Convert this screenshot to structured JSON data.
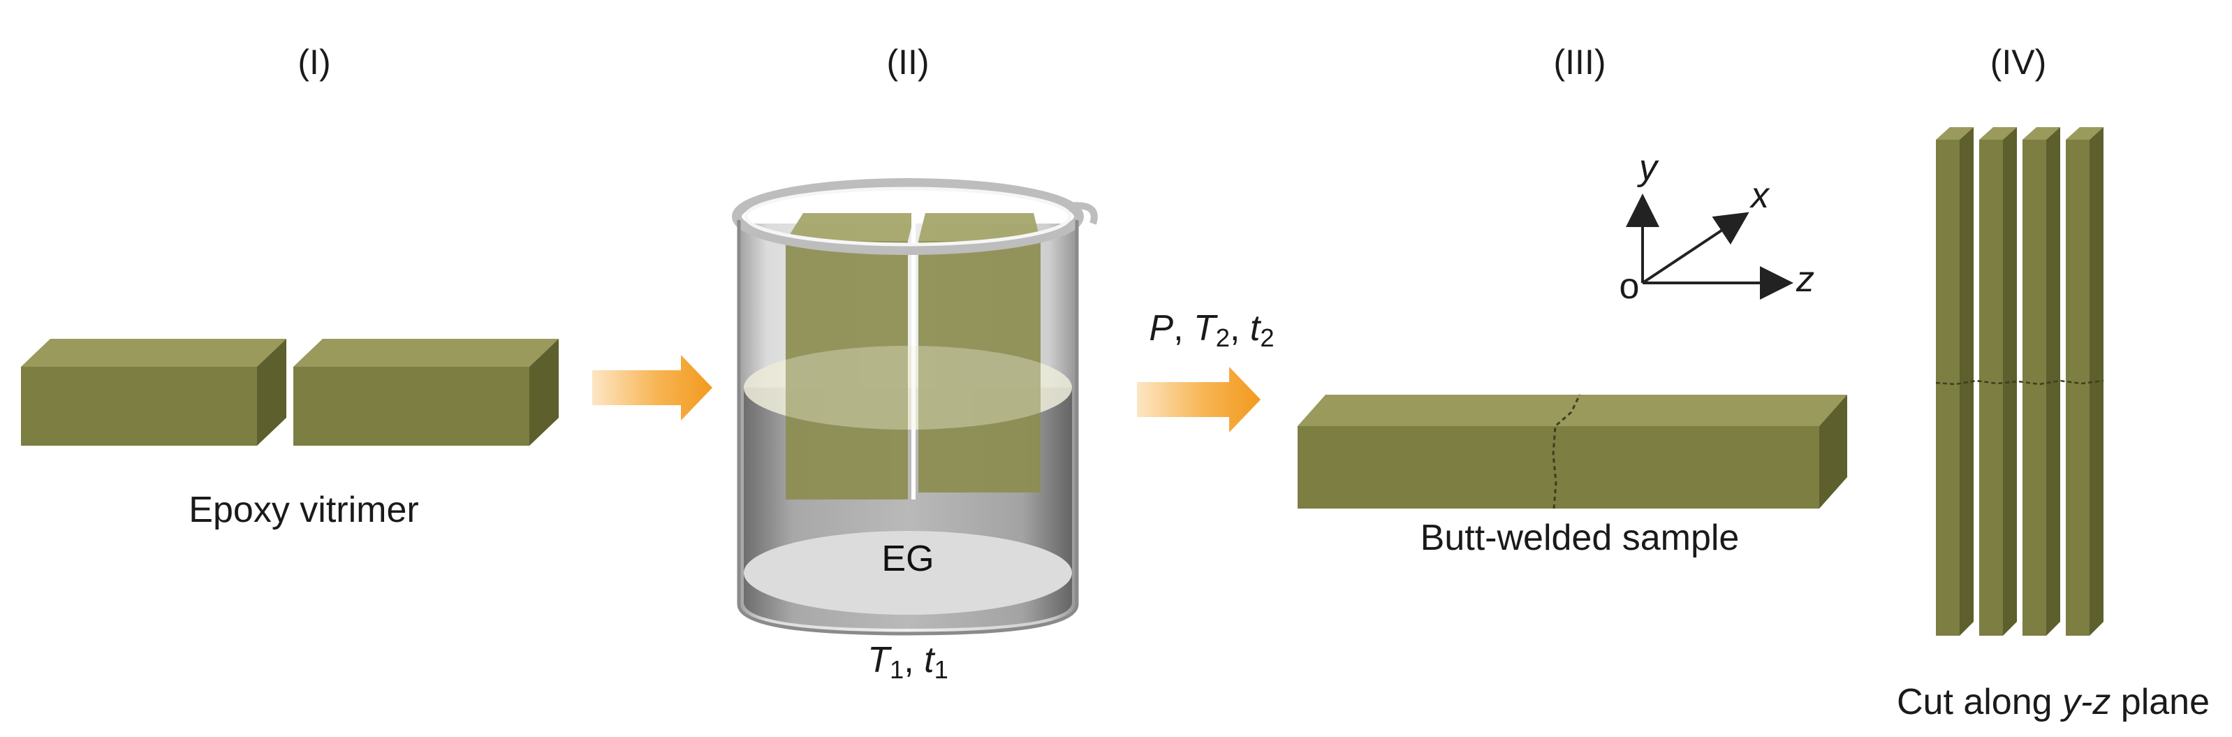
{
  "stages": [
    {
      "id": "I",
      "label": "(I)"
    },
    {
      "id": "II",
      "label": "(II)"
    },
    {
      "id": "III",
      "label": "(III)"
    },
    {
      "id": "IV",
      "label": "(IV)"
    }
  ],
  "captions": {
    "stage1": "Epoxy vitrimer",
    "stage2_liquid": "EG",
    "stage2_conditions": {
      "T": "T",
      "T_sub": "1",
      "sep": ", ",
      "t": "t",
      "t_sub": "1"
    },
    "arrow2_conditions": {
      "P": "P",
      "sep1": ", ",
      "T": "T",
      "T_sub": "2",
      "sep2": ", ",
      "t": "t",
      "t_sub": "2"
    },
    "stage3": "Butt-welded sample",
    "stage4": {
      "prefix": "Cut along ",
      "italic": "y-z",
      "suffix": " plane"
    }
  },
  "axes": {
    "y": "y",
    "x": "x",
    "z": "z",
    "origin": "o"
  },
  "colors": {
    "block_top": "#999a5c",
    "block_front": "#7c7e42",
    "block_side": "#5d5f2c",
    "arrow": "#f29a1e",
    "glass": "#d3d3d3"
  },
  "icons": [
    "process-arrow",
    "beaker",
    "coordinate-axes"
  ]
}
